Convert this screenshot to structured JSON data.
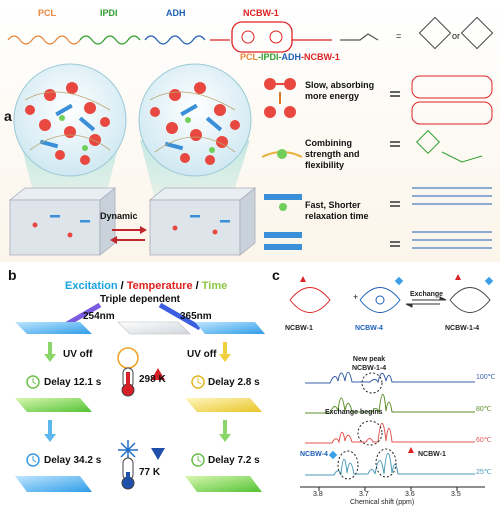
{
  "panel_a": {
    "letter": "a",
    "polymer_labels": {
      "pcl": "PCL",
      "ipdi": "IPDI",
      "adh": "ADH",
      "ncbw": "NCBW-1"
    },
    "composite_parts": [
      "PCL",
      "-IPDI-",
      "ADH",
      "-NCBW-1"
    ],
    "or_text": "or",
    "equals": "=",
    "dynamic_label": "Dynamic",
    "mechanisms": [
      {
        "text_lines": [
          "Slow, absorbing",
          "more energy"
        ]
      },
      {
        "text_lines": [
          "Combining",
          "strength and",
          "flexibility"
        ]
      },
      {
        "text_lines": [
          "Fast, Shorter",
          "relaxation time"
        ]
      }
    ]
  },
  "panel_b": {
    "letter": "b",
    "title_parts": [
      {
        "text": "Excitation",
        "color": "#1aa3e0"
      },
      {
        "text": " / ",
        "color": "#111111"
      },
      {
        "text": "Temperature",
        "color": "#e02020"
      },
      {
        "text": " / ",
        "color": "#111111"
      },
      {
        "text": "Time",
        "color": "#8cc63f"
      }
    ],
    "subtitle": "Triple dependent",
    "left_wavelength": "254nm",
    "right_wavelength": "365nm",
    "uv_off": "UV off",
    "left_delays": [
      "Delay 12.1 s",
      "Delay 34.2 s"
    ],
    "right_delays": [
      "Delay 2.8 s",
      "Delay 7.2 s"
    ],
    "temps": [
      "298 K",
      "77 K"
    ],
    "colors": {
      "green": "#7ed957",
      "blue": "#4fb3f0",
      "yellow": "#f2d94e"
    }
  },
  "panel_c": {
    "letter": "c",
    "species": [
      "NCBW-1",
      "NCBW-4",
      "NCBW-1-4"
    ],
    "plus": "+",
    "exchange": "Exchange",
    "annotations": {
      "new_peak": [
        "New peak",
        "NCBW-1-4"
      ],
      "exchange_begins": "Exchange begins",
      "ncbw4": "NCBW-4",
      "ncbw1": "NCBW-1"
    },
    "temperatures": [
      "100℃",
      "80℃",
      "60℃",
      "25℃"
    ],
    "x_ticks": [
      "3.8",
      "3.7",
      "3.6",
      "3.5"
    ],
    "xlabel": "Chemical shift (ppm)"
  }
}
